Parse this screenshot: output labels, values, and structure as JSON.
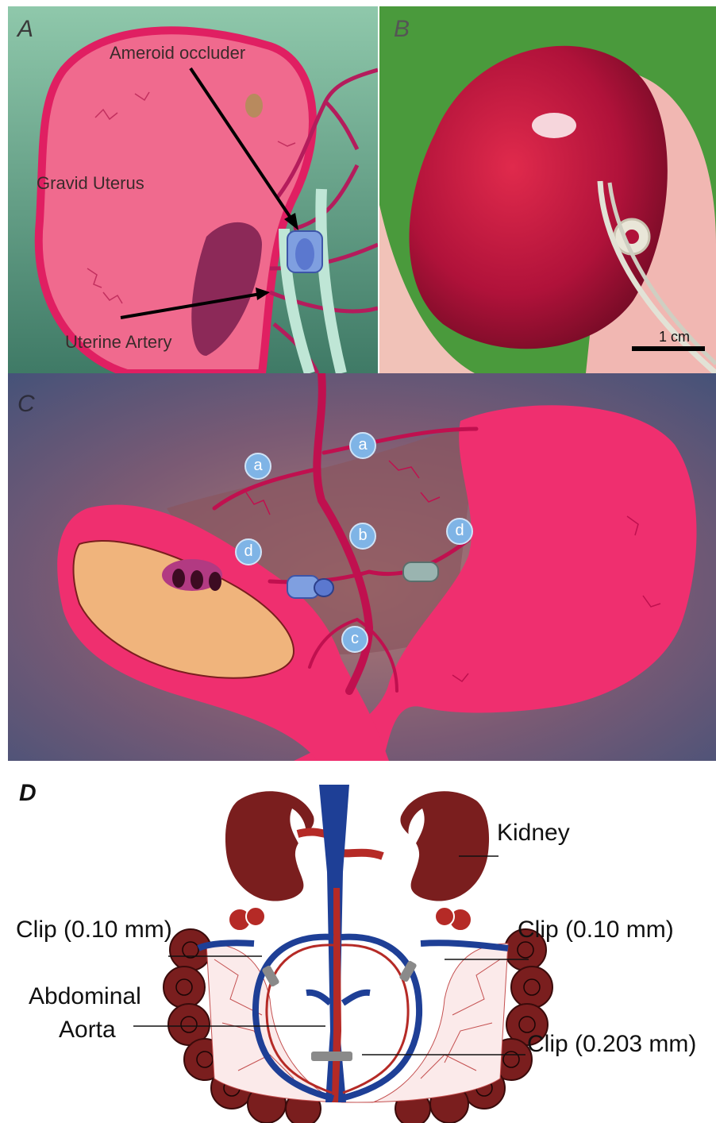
{
  "panel_a": {
    "letter": "A",
    "label_occluder": "Ameroid occluder",
    "label_uterus": "Gravid Uterus",
    "label_artery": "Uterine Artery"
  },
  "panel_b": {
    "letter": "B",
    "scale_label": "1 cm"
  },
  "panel_c": {
    "letter": "C",
    "markers": [
      "a",
      "a",
      "b",
      "c",
      "d",
      "d"
    ]
  },
  "panel_d": {
    "letter": "D",
    "label_kidney": "Kidney",
    "label_clip_left": "Clip (0.10 mm)",
    "label_clip_right": "Clip (0.10 mm)",
    "label_aorta_1": "Abdominal",
    "label_aorta_2": "Aorta",
    "label_clip_bottom": "Clip (0.203 mm)"
  },
  "colors": {
    "uterus": "#f0367a",
    "vessel": "#b41c5c",
    "vena": "#1e3f96",
    "aorta": "#b52a26",
    "fetus_sac": "#7a1e1e",
    "occluder": "#7f9fe0"
  }
}
